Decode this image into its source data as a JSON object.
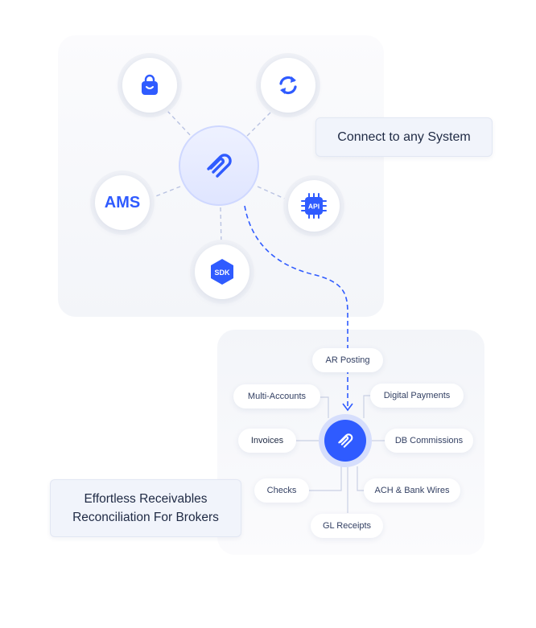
{
  "colors": {
    "accent": "#2f5bff",
    "line": "#b9c3e2",
    "text": "#1f2a44"
  },
  "top_diagram": {
    "callout": "Connect to any System",
    "nodes": [
      {
        "name": "shopping-bag",
        "icon": "shopping-bag-icon",
        "label": ""
      },
      {
        "name": "sync",
        "icon": "sync-icon",
        "label": ""
      },
      {
        "name": "ams",
        "label": "AMS"
      },
      {
        "name": "api",
        "icon": "api-chip-icon",
        "label": "API"
      },
      {
        "name": "sdk",
        "icon": "sdk-hexagon-icon",
        "label": "SDK"
      }
    ],
    "hub_icon": "paperclip-logo-icon"
  },
  "bottom_diagram": {
    "callout_line1": "Effortless Receivables",
    "callout_line2": "Reconciliation For Brokers",
    "hub_icon": "paperclip-logo-icon",
    "items": {
      "ar_posting": "AR Posting",
      "multi_accounts": "Multi-Accounts",
      "digital_payments": "Digital Payments",
      "invoices": "Invoices",
      "db_commissions": "DB Commissions",
      "checks": "Checks",
      "ach_bank_wires": "ACH & Bank Wires",
      "gl_receipts": "GL Receipts"
    }
  }
}
